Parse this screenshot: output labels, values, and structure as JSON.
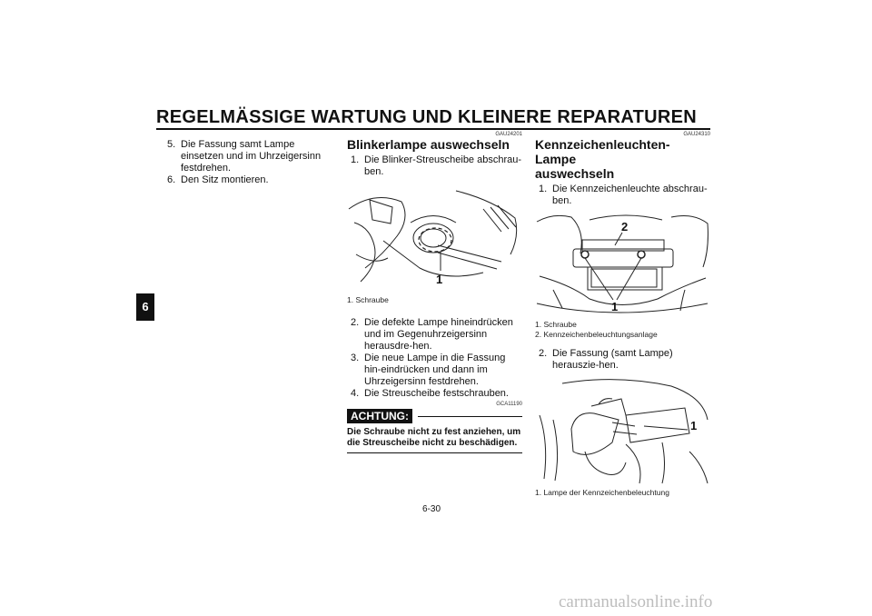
{
  "header": {
    "title": "REGELMÄSSIGE WARTUNG UND KLEINERE REPARATUREN"
  },
  "chapter_tab": "6",
  "col1": {
    "items": [
      {
        "num": "5.",
        "text": "Die Fassung samt Lampe einsetzen und im Uhrzeigersinn festdrehen."
      },
      {
        "num": "6.",
        "text": "Den Sitz montieren."
      }
    ]
  },
  "col2": {
    "code": "GAU24201",
    "heading": "Blinkerlampe auswechseln",
    "step1": {
      "num": "1.",
      "text": "Die Blinker-Streuscheibe abschrau-ben."
    },
    "figure_callout": "1",
    "caption": "1. Schraube",
    "steps": [
      {
        "num": "2.",
        "text": "Die defekte Lampe hineindrücken und im Gegenuhrzeigersinn herausdre-hen."
      },
      {
        "num": "3.",
        "text": "Die neue Lampe in die Fassung hin-eindrücken und dann im Uhrzeigersinn festdrehen."
      },
      {
        "num": "4.",
        "text": "Die Streuscheibe festschrauben."
      }
    ],
    "caution_code": "GCA11190",
    "caution_label": "ACHTUNG:",
    "caution_text": "Die Schraube nicht zu fest anziehen, um die Streuscheibe nicht zu beschädigen."
  },
  "col3": {
    "code": "GAU24310",
    "heading_line1": "Kennzeichenleuchten-Lampe",
    "heading_line2": "auswechseln",
    "step1": {
      "num": "1.",
      "text": "Die Kennzeichenleuchte abschrau-ben."
    },
    "figure1_callouts": [
      "2",
      "1"
    ],
    "captions1": [
      "1. Schraube",
      "2. Kennzeichenbeleuchtungsanlage"
    ],
    "step2": {
      "num": "2.",
      "text": "Die Fassung (samt Lampe) herauszie-hen."
    },
    "figure2_callout": "1",
    "caption2": "1. Lampe der Kennzeichenbeleuchtung"
  },
  "footer": {
    "page": "6-30"
  },
  "watermark": "carmanualsonline.info"
}
